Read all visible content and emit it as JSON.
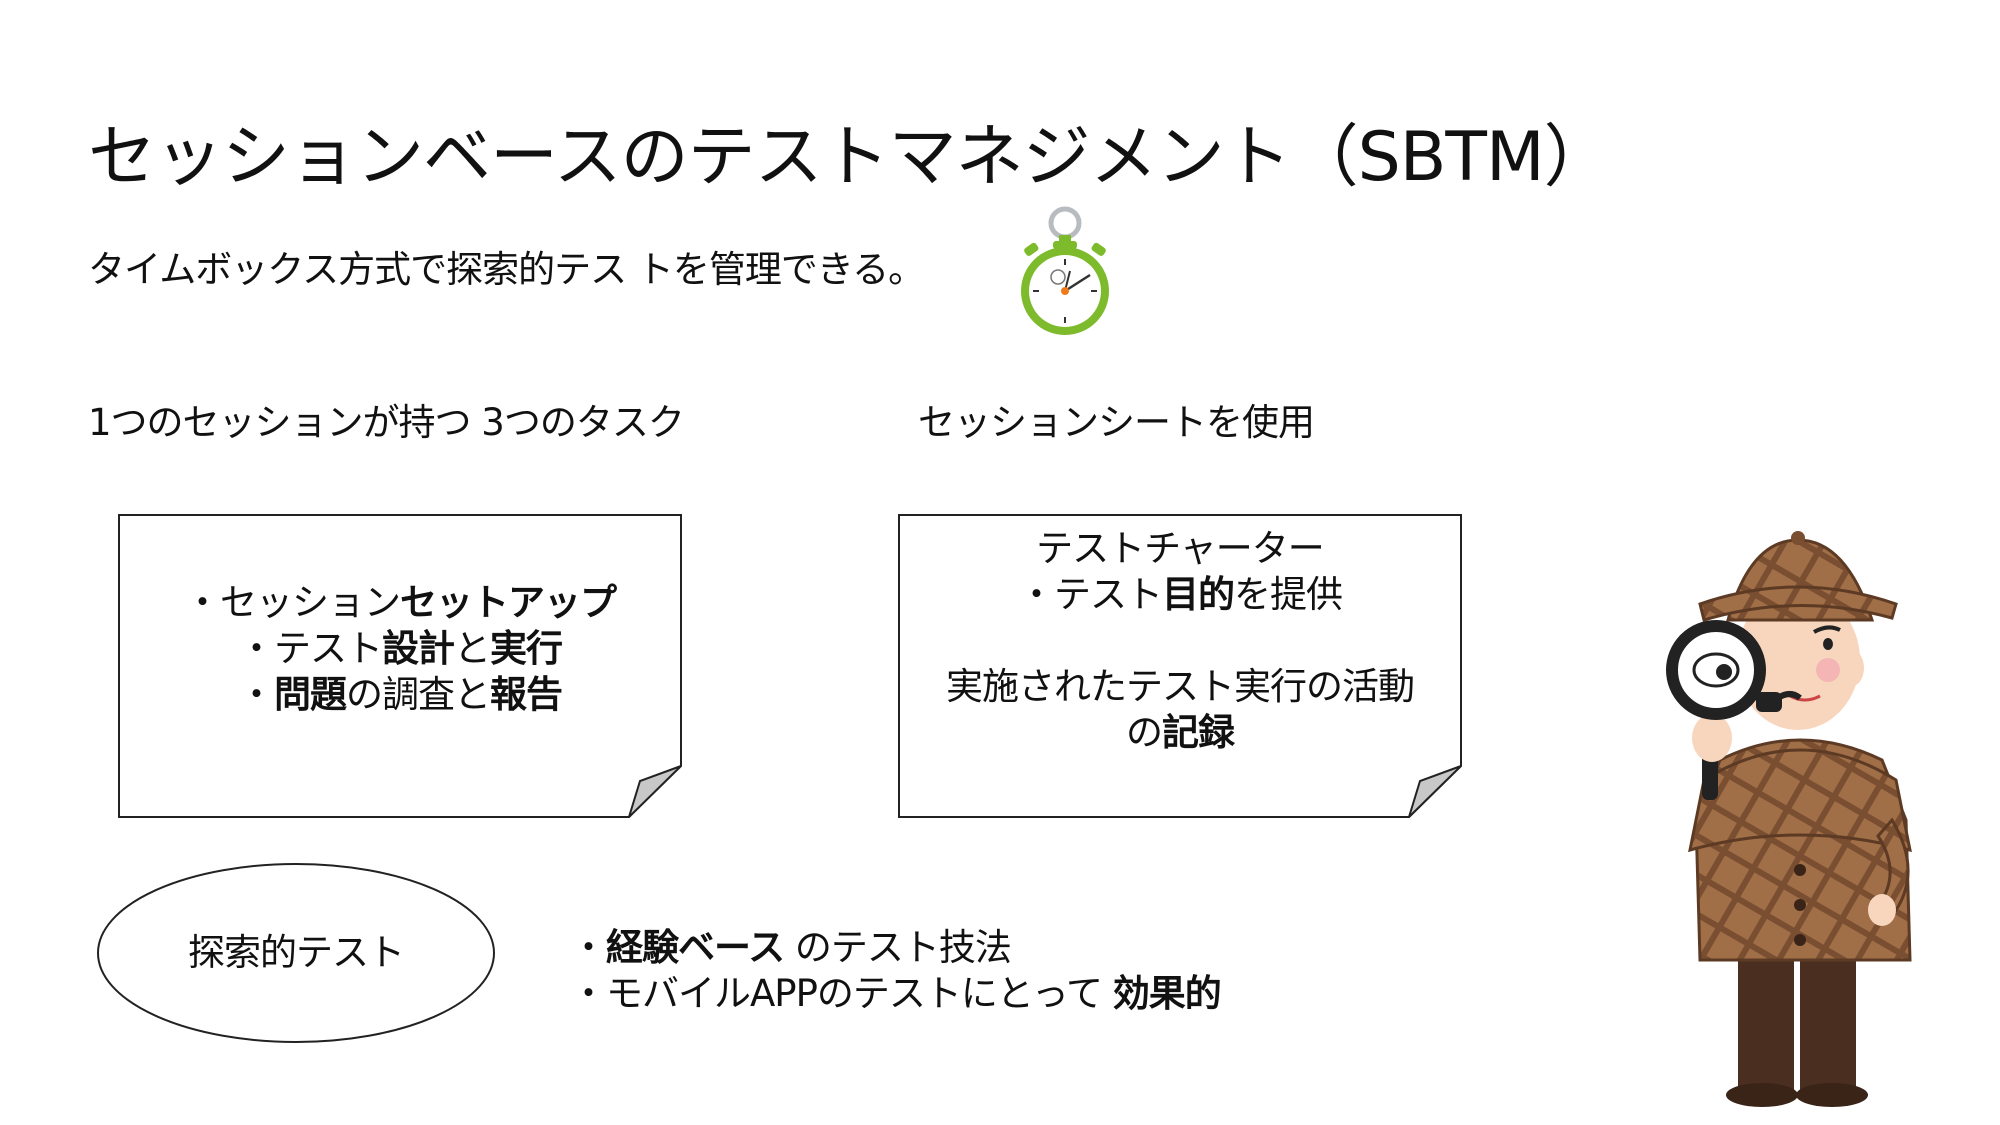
{
  "slide": {
    "title": "セッションベースのテストマネジメント（SBTM）",
    "subtitle": "タイムボックス方式で探索的テス トを管理できる。",
    "left_heading": "1つのセッションが持つ 3つのタスク",
    "right_heading": "セッションシートを使用",
    "left_note": {
      "line1_prefix": "・セッション",
      "line1_bold": "セットアップ",
      "line2_prefix": "・テスト",
      "line2_bold1": "設計",
      "line2_mid": "と",
      "line2_bold2": "実行",
      "line3_prefix": "・",
      "line3_bold1": "問題",
      "line3_mid": "の調査と",
      "line3_bold2": "報告"
    },
    "right_note": {
      "line1": "テストチャーター",
      "line2_prefix": "・テスト",
      "line2_bold": "目的",
      "line2_suffix": "を提供",
      "line3": "実施されたテスト実行の活動",
      "line4_prefix": "の",
      "line4_bold": "記録"
    },
    "ellipse_label": "探索的テスト",
    "bullets": {
      "b1_prefix": "・",
      "b1_bold": "経験ベース",
      "b1_suffix": " のテスト技法",
      "b2_prefix": "・モバイルAPPのテストにとって ",
      "b2_bold": "効果的"
    },
    "icons": {
      "stopwatch": "stopwatch-icon",
      "detective": "detective-illustration"
    },
    "colors": {
      "stopwatch_ring": "#7dbb2c",
      "coat": "#9a6a45",
      "trousers": "#4a2e1f"
    }
  }
}
